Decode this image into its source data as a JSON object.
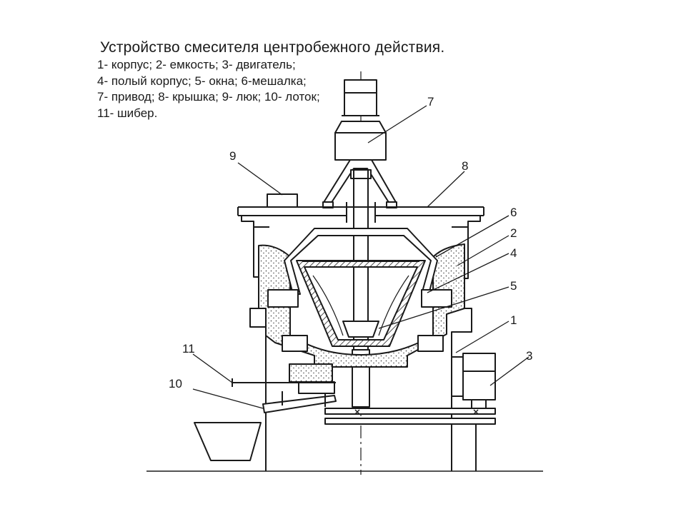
{
  "title": "Устройство смесителя центробежного действия.",
  "legend": [
    "1- корпус; 2- емкость; 3- двигатель;",
    "4- полый корпус; 5- окна; 6-мешалка;",
    "7- привод; 8- крышка; 9- люк; 10- лоток;",
    "11- шибер."
  ],
  "callouts": [
    "7",
    "9",
    "8",
    "6",
    "2",
    "4",
    "5",
    "1",
    "3",
    "11",
    "10"
  ],
  "colors": {
    "ink": "#1a1a1a",
    "fill": "#eeeeee",
    "paper": "#ffffff"
  }
}
